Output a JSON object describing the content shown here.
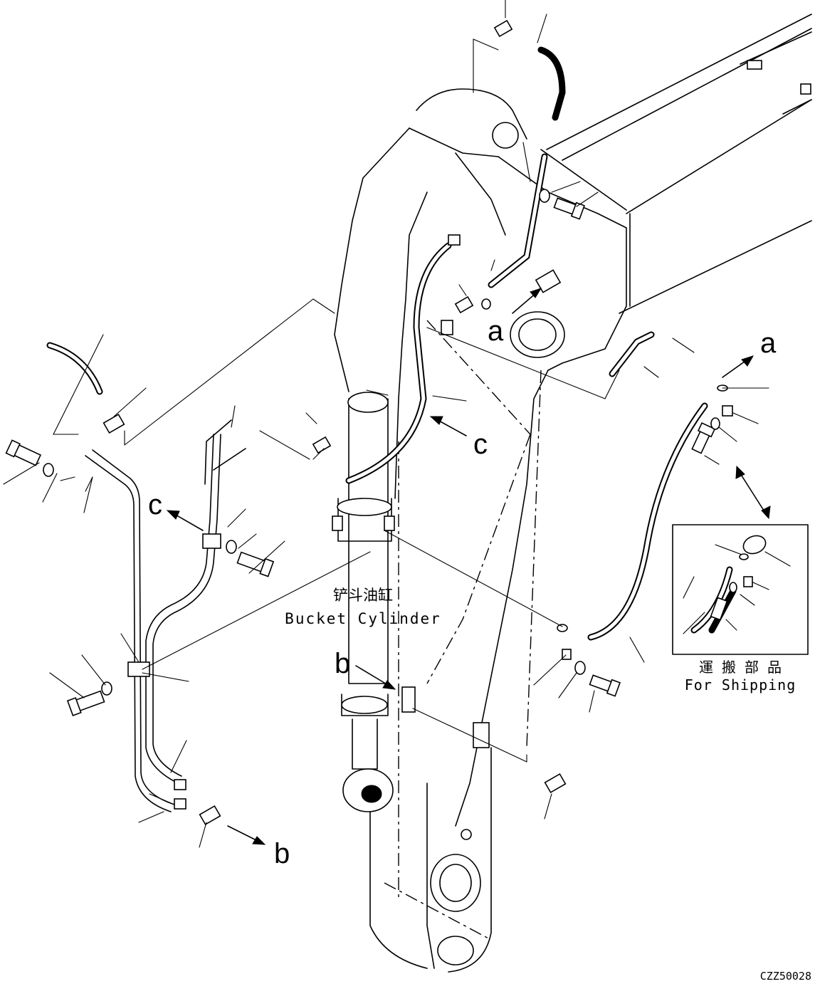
{
  "labels": {
    "bucket_cylinder_cn": "铲斗油缸",
    "bucket_cylinder_en": "Bucket Cylinder",
    "shipping_cn": "運 搬 部 品",
    "shipping_en": "For Shipping",
    "drawing_code": "CZZ50028"
  },
  "callouts": {
    "a_upper": "a",
    "a_right": "a",
    "b_lower": "b",
    "b_center": "b",
    "c_right": "c",
    "c_left": "c"
  }
}
